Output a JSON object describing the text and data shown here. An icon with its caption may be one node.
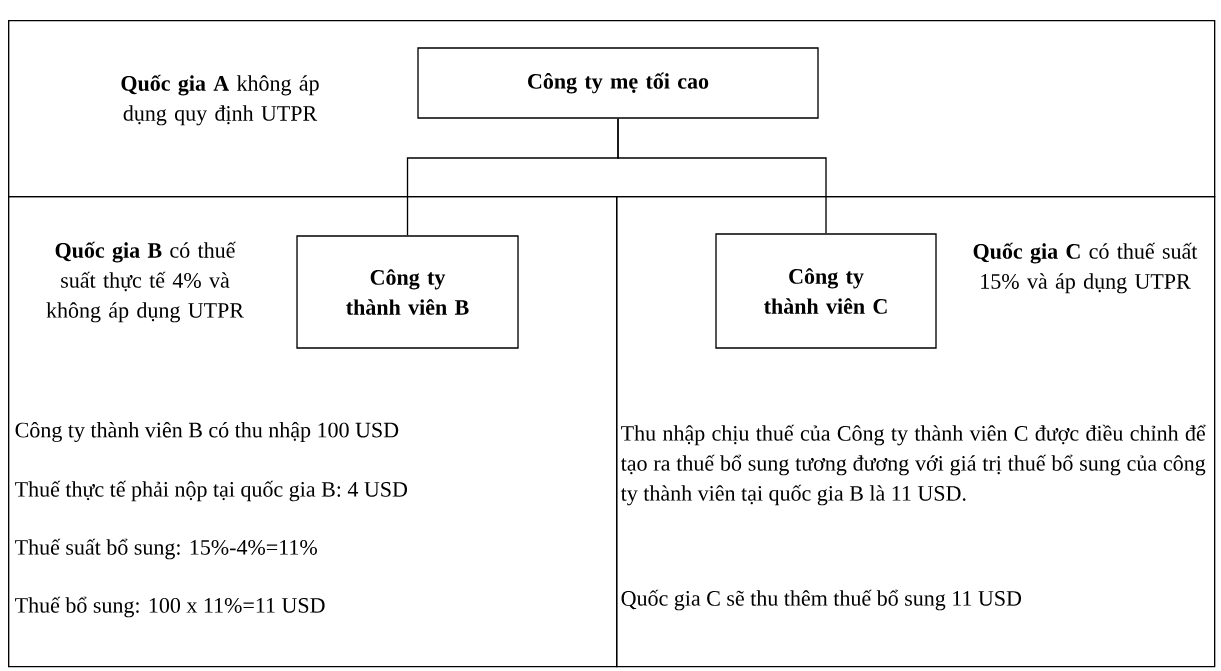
{
  "diagram": {
    "nodes": [
      {
        "text": [
          "**Quốc gia A** không áp dụng quy định UTPR"
        ]
      },
      {
        "text": [
          "Công ty mẹ tối cao"
        ],
        "in": 0
      },
      {
        "text": [
          "**Quốc gia B** có thuế suất thực tế 4% và không áp dụng UTPR",
          "Công ty thành viên B có thu nhập 100 USD",
          "Thuế thực tế phải nộp tại quốc gia B: 4 USD",
          "Thuế suất bổ sung: 15%-4%=11%",
          "Thuế bổ sung: 100 x 11%=11 USD"
        ]
      },
      {
        "text": [
          "Công ty thành viên B"
        ],
        "in": 2
      },
      {
        "text": [
          "**Quốc gia C** có thuế suất 15% và áp dụng UTPR",
          "Thu nhập chịu thuế của Công ty thành viên C được điều chỉnh để tạo ra thuế bổ sung tương đương với giá trị thuế bổ sung của công ty thành viên tại quốc gia B là 11 USD.",
          "Quốc gia C sẽ thu thêm thuế bổ sung 11 USD"
        ]
      },
      {
        "text": [
          "Công ty thành viên C"
        ],
        "in": 4
      }
    ],
    "edges": [
      {
        "from": 1,
        "to": 3,
        "arrow": "none"
      },
      {
        "from": 1,
        "to": 5,
        "arrow": "none"
      }
    ]
  }
}
